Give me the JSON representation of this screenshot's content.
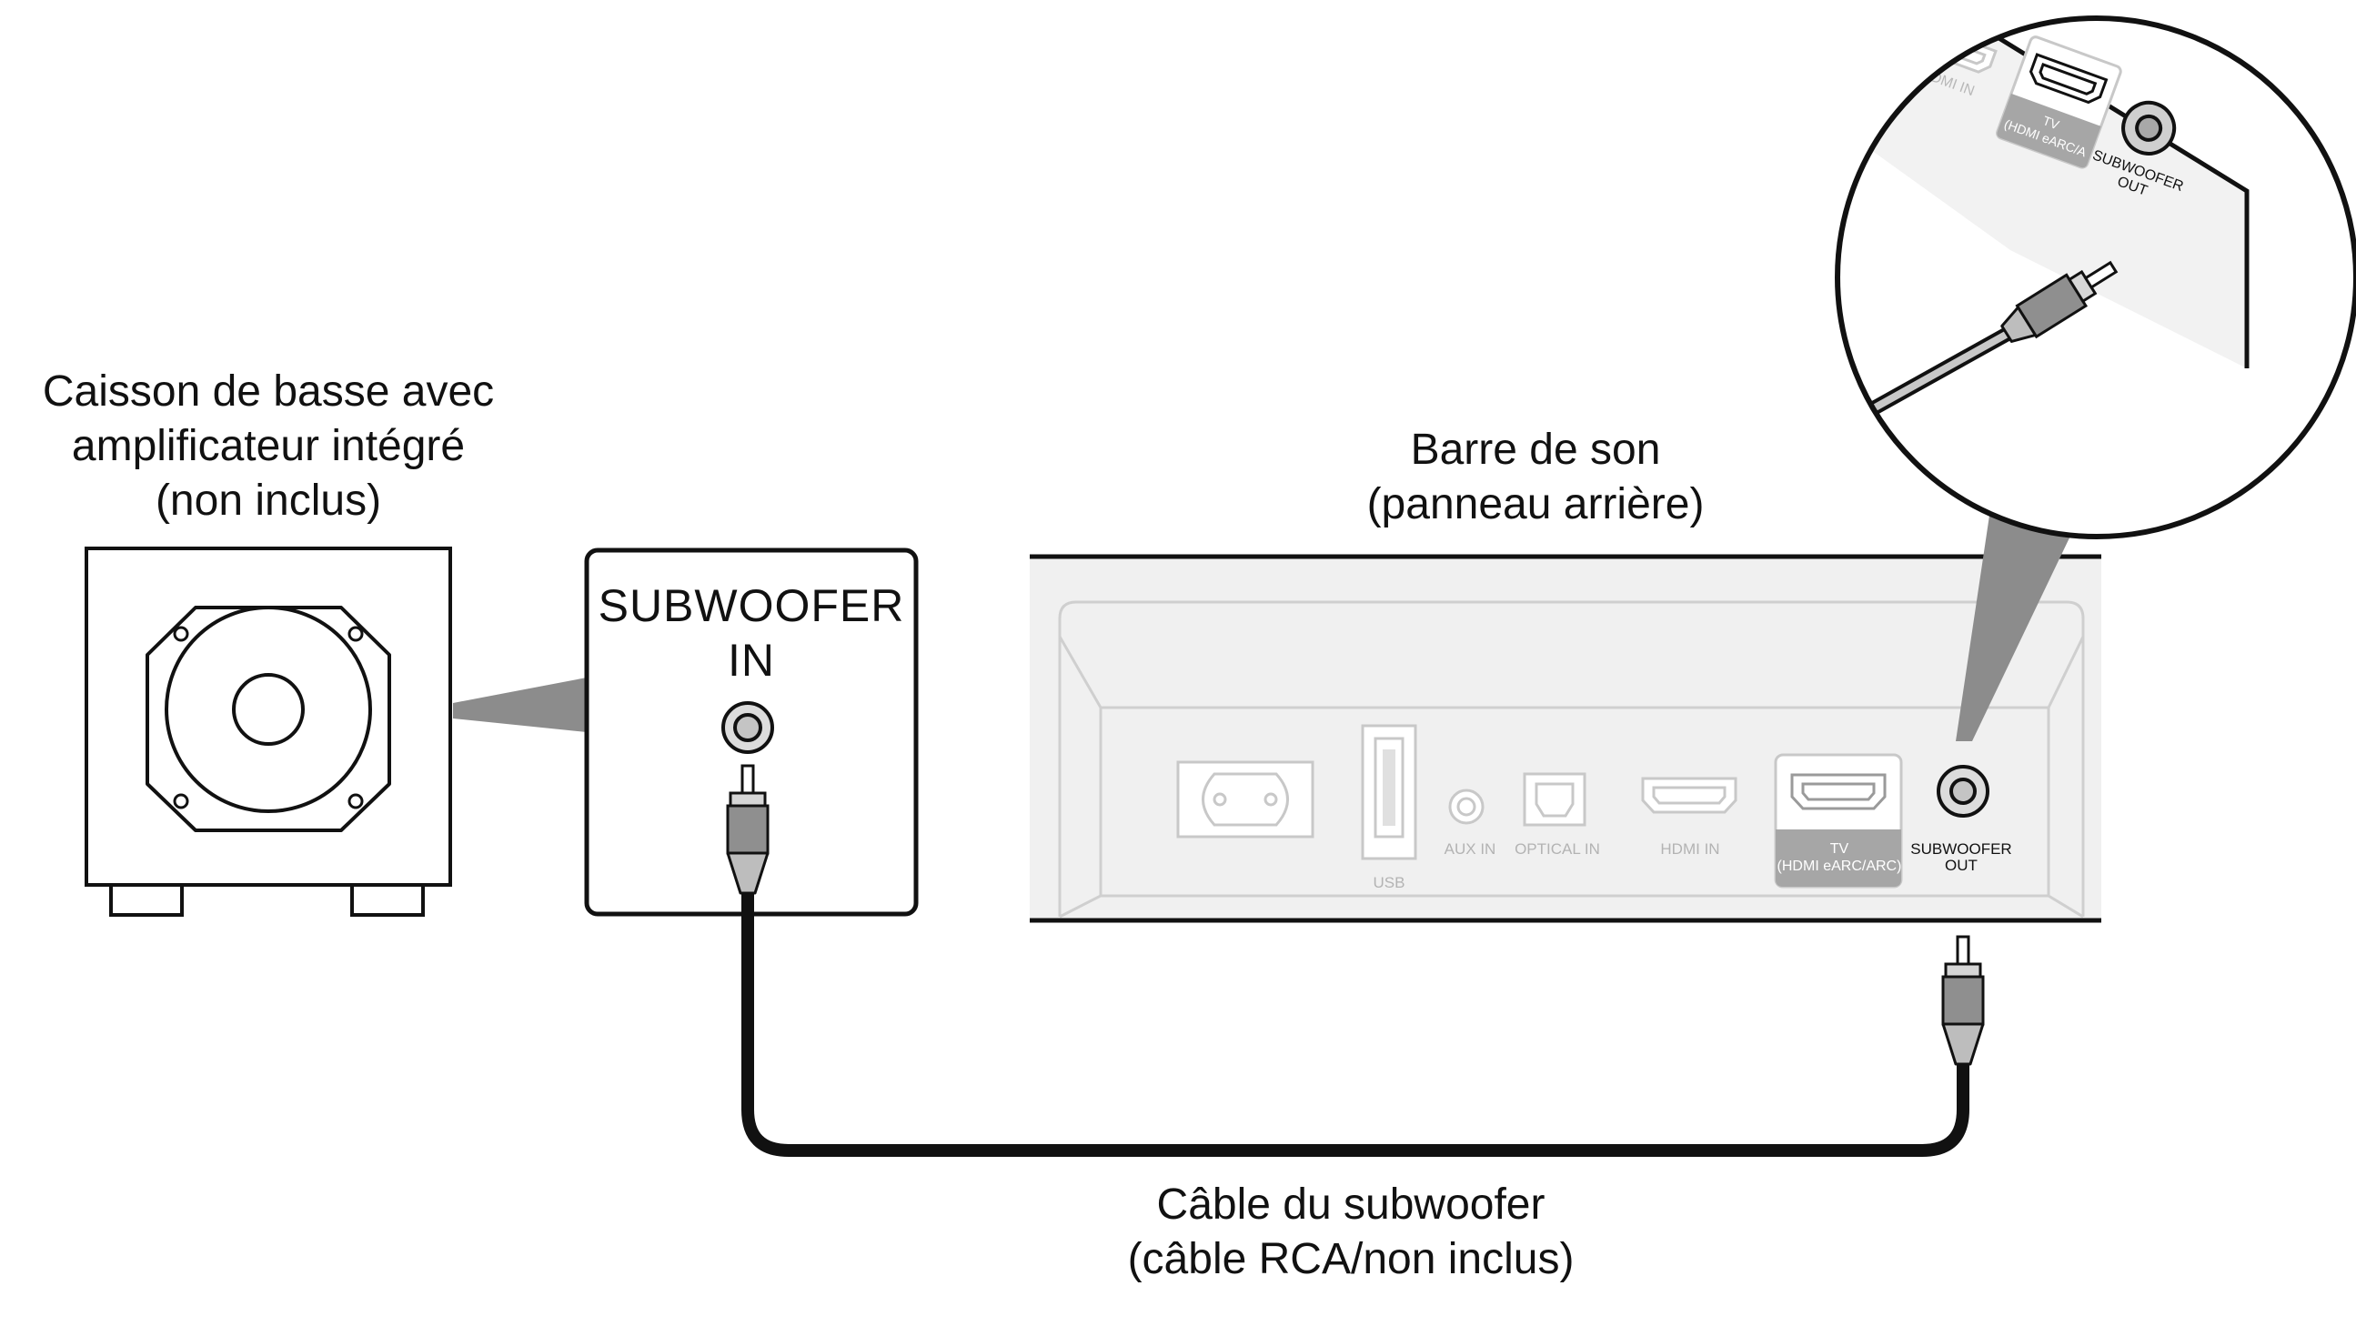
{
  "subwoofer": {
    "label_line1": "Caisson de basse avec",
    "label_line2": "amplificateur intégré",
    "label_line3": "(non inclus)"
  },
  "subwoofer_panel": {
    "title_line1": "SUBWOOFER",
    "title_line2": "IN"
  },
  "soundbar": {
    "label_line1": "Barre de son",
    "label_line2": "(panneau arrière)",
    "ports": {
      "usb": "USB",
      "aux_in": "AUX IN",
      "optical_in": "OPTICAL IN",
      "hdmi_in": "HDMI IN",
      "tv_line1": "TV",
      "tv_line2": "(HDMI eARC/ARC)",
      "sub_out_line1": "SUBWOOFER",
      "sub_out_line2": "OUT"
    }
  },
  "zoom": {
    "hdmi_in": "HDMI IN",
    "tv_line1": "TV",
    "tv_line2": "(HDMI eARC/A",
    "sub_out_line1": "SUBWOOFER",
    "sub_out_line2": "OUT"
  },
  "cable": {
    "label_line1": "Câble du subwoofer",
    "label_line2": "(câble RCA/non inclus)"
  }
}
